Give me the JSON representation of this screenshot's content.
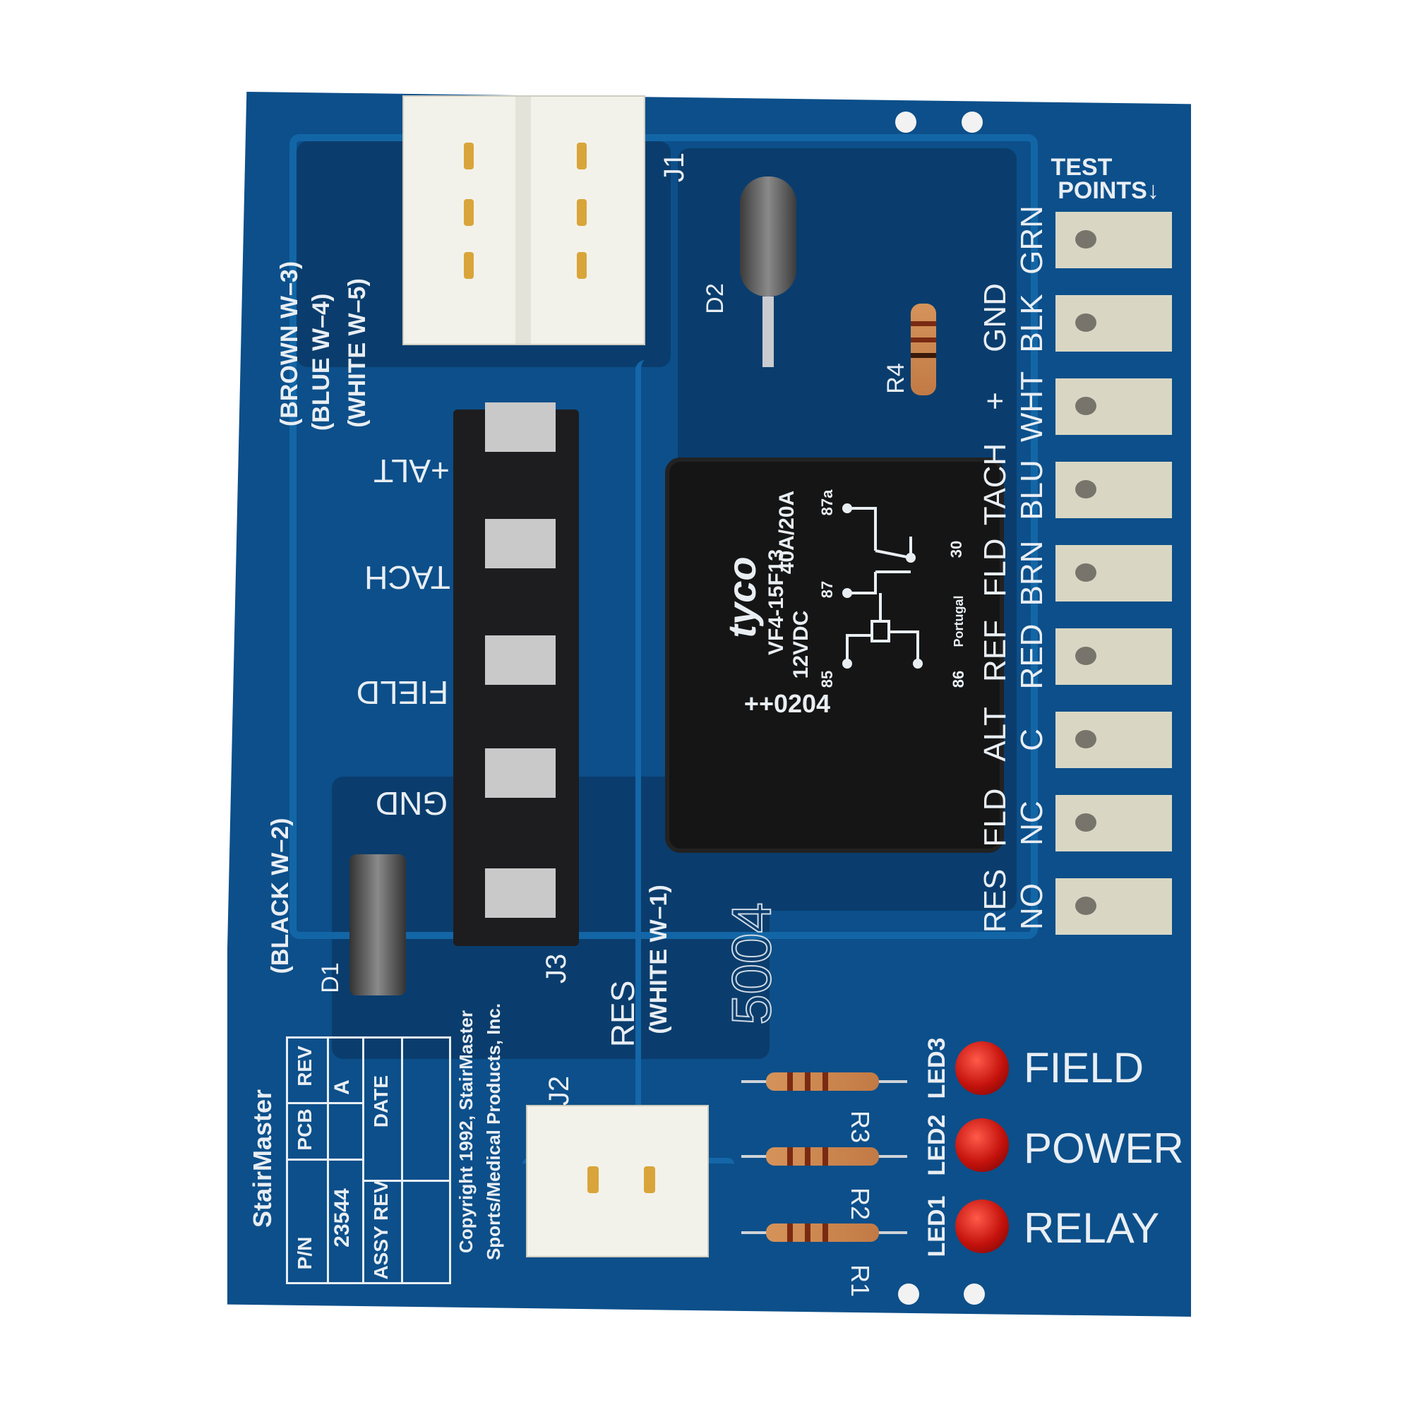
{
  "board": {
    "colors": {
      "pcb": "#0c4f8a",
      "trace": "#1467a8",
      "silkscreen": "#e9eef3",
      "led": "#c4120c"
    },
    "connectors": {
      "j1": "J1",
      "j2": "J2",
      "j3": "J3"
    },
    "components": {
      "d1": "D1",
      "d2": "D2",
      "r4": "R4",
      "r1": "R1",
      "r2": "R2",
      "r3": "R3",
      "part_mark": "5004"
    },
    "test_points": {
      "title_line1": "TEST",
      "title_line2": "POINTS↓",
      "items": [
        {
          "color": "GRN",
          "signal": ""
        },
        {
          "color": "BLK",
          "signal": "GND"
        },
        {
          "color": "WHT",
          "signal": "+"
        },
        {
          "color": "BLU",
          "signal": "TACH"
        },
        {
          "color": "BRN",
          "signal": "FLD"
        },
        {
          "color": "RED",
          "signal": "REF"
        },
        {
          "color": "C",
          "signal": "ALT"
        },
        {
          "color": "NC",
          "signal": "FLD"
        },
        {
          "color": "NO",
          "signal": "RES"
        }
      ]
    },
    "j3_labels": {
      "alt": "+ALT",
      "tach": "TACH",
      "field": "FIELD",
      "gnd": "GND"
    },
    "wire_labels": {
      "brown": "(BROWN W–3)",
      "blue": "(BLUE W–4)",
      "white5": "(WHITE W–5)",
      "black": "(BLACK W–2)",
      "white1": "(WHITE W–1)",
      "res": "RES"
    },
    "leds": [
      {
        "id": "LED3",
        "label": "FIELD"
      },
      {
        "id": "LED2",
        "label": "POWER"
      },
      {
        "id": "LED1",
        "label": "RELAY"
      }
    ],
    "relay": {
      "brand": "tyco",
      "model": "VF4-15F13",
      "rating": "40A/20A",
      "voltage": "12VDC",
      "code": "++0204",
      "pin_87a": "87a",
      "pin_87": "87",
      "pin_30": "30",
      "pin_85": "85",
      "pin_86": "86",
      "origin": "Portugal"
    },
    "title_block": {
      "brand": "StairMaster",
      "pn_label": "P/N",
      "pn_value": "23544",
      "pcb_label": "PCB",
      "rev_label": "REV",
      "rev_value": "A",
      "assy_rev_label": "ASSY REV",
      "date_label": "DATE",
      "copyright_line1": "Copyright 1992, StairMaster",
      "copyright_line2": "Sports/Medical Products, Inc."
    }
  }
}
